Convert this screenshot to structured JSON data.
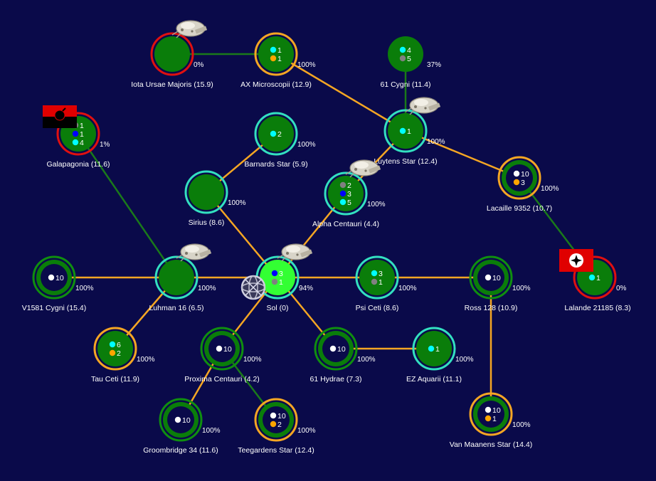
{
  "colors": {
    "background": "#0a0a4a",
    "planet_green": "#0a7d0a",
    "planet_bright": "#33ff33",
    "lane_orange": "#f5a623",
    "lane_green": "#1a7a1a",
    "ring_cyan": "#33e0c0",
    "ring_orange": "#f5a623",
    "ring_red": "#e01010",
    "ring_green": "#0f8f0f",
    "pop_cyan": "#00ffff",
    "pop_orange": "#ffa500",
    "pop_white": "#ffffff",
    "pop_blue": "#0000ff",
    "pop_gray": "#808080"
  },
  "systems": [
    {
      "id": "iota",
      "label": "Iota Ursae Majoris  (15.9)",
      "ring": "red",
      "percent": "0%",
      "ship": true,
      "pops": []
    },
    {
      "id": "ax",
      "label": "AX Microscopii  (12.9)",
      "ring": "orange",
      "percent": "100%",
      "pops": [
        {
          "color": "cyan",
          "count": "1"
        },
        {
          "color": "orange",
          "count": "1"
        }
      ]
    },
    {
      "id": "61cyg",
      "label": "61 Cygni  (11.4)",
      "ring": "none",
      "percent": "37%",
      "pops": [
        {
          "color": "cyan",
          "count": "4"
        },
        {
          "color": "gray",
          "count": "5"
        }
      ]
    },
    {
      "id": "galapagonia",
      "label": "Galapagonia  (11.6)",
      "ring": "red",
      "percent": "1%",
      "flag": "bomb",
      "pops": [
        {
          "color": "gray",
          "count": "1"
        },
        {
          "color": "blue",
          "count": "1"
        },
        {
          "color": "cyan",
          "count": "4"
        }
      ]
    },
    {
      "id": "barnards",
      "label": "Barnards Star  (5.9)",
      "ring": "cyan",
      "percent": "100%",
      "pops": [
        {
          "color": "cyan",
          "count": "2"
        }
      ]
    },
    {
      "id": "luytens",
      "label": "Luytens Star  (12.4)",
      "ring": "cyan",
      "percent": "100%",
      "ship": true,
      "pops": [
        {
          "color": "cyan",
          "count": "1"
        }
      ]
    },
    {
      "id": "lacaille",
      "label": "Lacaille 9352  (10.7)",
      "ring": "orange-dark",
      "percent": "100%",
      "pops": [
        {
          "color": "white",
          "count": "10"
        },
        {
          "color": "orange",
          "count": "3"
        }
      ]
    },
    {
      "id": "sirius",
      "label": "Sirius  (8.6)",
      "ring": "cyan",
      "percent": "100%",
      "pops": []
    },
    {
      "id": "alpha",
      "label": "Alpha Centauri  (4.4)",
      "ring": "cyan",
      "percent": "100%",
      "ship": true,
      "pops": [
        {
          "color": "gray",
          "count": "2"
        },
        {
          "color": "blue",
          "count": "3"
        },
        {
          "color": "cyan",
          "count": "5"
        }
      ]
    },
    {
      "id": "v1581",
      "label": "V1581 Cygni  (15.4)",
      "ring": "green-dark",
      "percent": "100%",
      "pops": [
        {
          "color": "white",
          "count": "10"
        }
      ]
    },
    {
      "id": "luhman",
      "label": "Luhman 16  (6.5)",
      "ring": "cyan",
      "percent": "100%",
      "ship": true,
      "pops": []
    },
    {
      "id": "sol",
      "label": "Sol  (0)",
      "ring": "cyan",
      "percent": "94%",
      "ship": true,
      "station": true,
      "home": true,
      "pops": [
        {
          "color": "blue",
          "count": "3"
        },
        {
          "color": "gray",
          "count": "1"
        }
      ]
    },
    {
      "id": "psi",
      "label": "Psi Ceti  (8.6)",
      "ring": "cyan",
      "percent": "100%",
      "pops": [
        {
          "color": "cyan",
          "count": "3"
        },
        {
          "color": "gray",
          "count": "1"
        }
      ]
    },
    {
      "id": "ross",
      "label": "Ross 128  (10.9)",
      "ring": "green-dark",
      "percent": "100%",
      "pops": [
        {
          "color": "white",
          "count": "10"
        }
      ]
    },
    {
      "id": "lalande",
      "label": "Lalande 21185  (8.3)",
      "ring": "red",
      "percent": "0%",
      "flag": "cross",
      "pops": [
        {
          "color": "cyan",
          "count": "1"
        }
      ]
    },
    {
      "id": "tau",
      "label": "Tau Ceti  (11.9)",
      "ring": "orange",
      "percent": "100%",
      "pops": [
        {
          "color": "cyan",
          "count": "6"
        },
        {
          "color": "orange",
          "count": "2"
        }
      ]
    },
    {
      "id": "proxima",
      "label": "Proxima Centauri  (4.2)",
      "ring": "green-dark",
      "percent": "100%",
      "pops": [
        {
          "color": "white",
          "count": "10"
        }
      ]
    },
    {
      "id": "61hyd",
      "label": "61 Hydrae  (7.3)",
      "ring": "green-dark",
      "percent": "100%",
      "pops": [
        {
          "color": "white",
          "count": "10"
        }
      ]
    },
    {
      "id": "ez",
      "label": "EZ Aquarii  (11.1)",
      "ring": "cyan",
      "percent": "100%",
      "pops": [
        {
          "color": "cyan",
          "count": "1"
        }
      ]
    },
    {
      "id": "groom",
      "label": "Groombridge 34  (11.6)",
      "ring": "green-dark",
      "percent": "100%",
      "pops": [
        {
          "color": "white",
          "count": "10"
        }
      ]
    },
    {
      "id": "teegarden",
      "label": "Teegardens Star  (12.4)",
      "ring": "orange-dark",
      "percent": "100%",
      "pops": [
        {
          "color": "white",
          "count": "10"
        },
        {
          "color": "orange",
          "count": "2"
        }
      ]
    },
    {
      "id": "vanmaanen",
      "label": "Van Maanens Star  (14.4)",
      "ring": "orange-dark",
      "percent": "100%",
      "pops": [
        {
          "color": "white",
          "count": "10"
        },
        {
          "color": "orange",
          "count": "1"
        }
      ]
    }
  ],
  "lanes": [
    {
      "from": "iota",
      "to": "ax",
      "kind": "green"
    },
    {
      "from": "ax",
      "to": "luytens",
      "kind": "orange"
    },
    {
      "from": "61cyg",
      "to": "luytens",
      "kind": "green"
    },
    {
      "from": "luytens",
      "to": "lacaille",
      "kind": "orange"
    },
    {
      "from": "luytens",
      "to": "alpha",
      "kind": "orange"
    },
    {
      "from": "lacaille",
      "to": "lalande",
      "kind": "green"
    },
    {
      "from": "galapagonia",
      "to": "luhman",
      "kind": "green"
    },
    {
      "from": "barnards",
      "to": "sirius",
      "kind": "orange"
    },
    {
      "from": "sirius",
      "to": "sol",
      "kind": "orange"
    },
    {
      "from": "alpha",
      "to": "sol",
      "kind": "orange"
    },
    {
      "from": "v1581",
      "to": "luhman",
      "kind": "orange"
    },
    {
      "from": "luhman",
      "to": "sol",
      "kind": "orange"
    },
    {
      "from": "luhman",
      "to": "tau",
      "kind": "orange"
    },
    {
      "from": "sol",
      "to": "psi",
      "kind": "orange"
    },
    {
      "from": "psi",
      "to": "ross",
      "kind": "orange"
    },
    {
      "from": "ross",
      "to": "vanmaanen",
      "kind": "orange"
    },
    {
      "from": "sol",
      "to": "proxima",
      "kind": "orange"
    },
    {
      "from": "sol",
      "to": "61hyd",
      "kind": "orange"
    },
    {
      "from": "61hyd",
      "to": "ez",
      "kind": "orange"
    },
    {
      "from": "proxima",
      "to": "groom",
      "kind": "orange"
    },
    {
      "from": "proxima",
      "to": "teegarden",
      "kind": "green"
    }
  ]
}
